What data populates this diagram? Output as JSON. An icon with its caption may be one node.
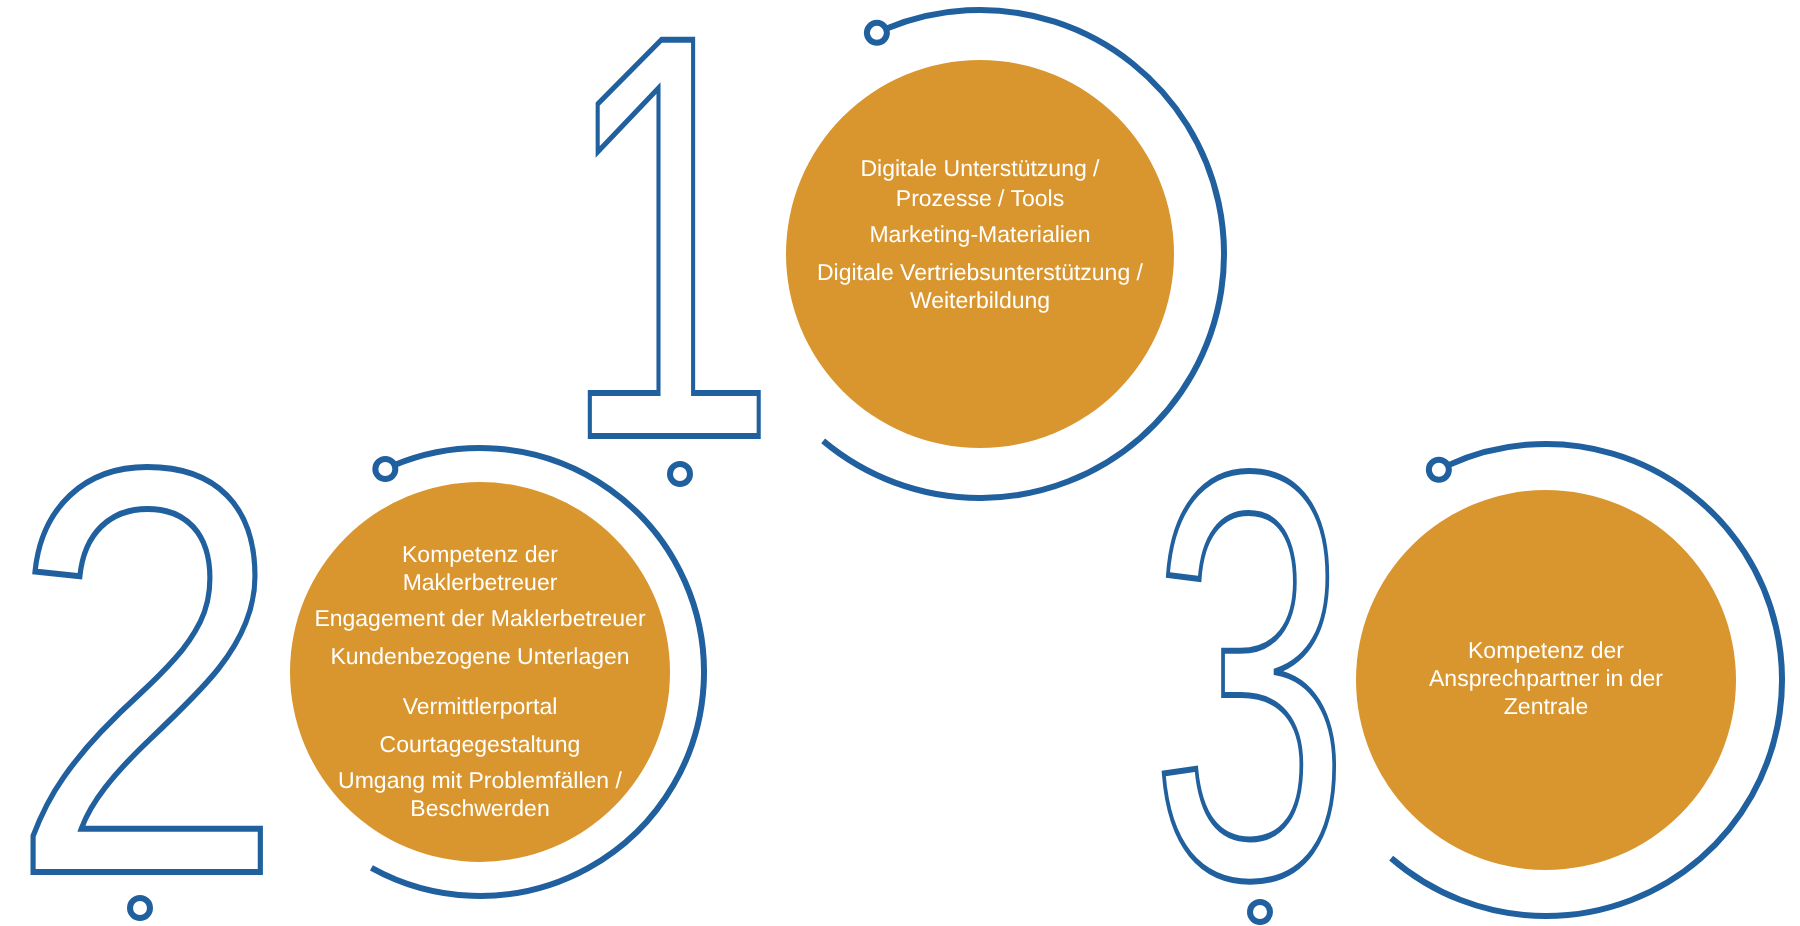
{
  "diagram": {
    "nodes": [
      {
        "text": [
          "Digitale Unterstützung / Prozesse / Tools",
          "Marketing-Materialien",
          "Digitale Vertriebsunterstützung / Weiterbildung"
        ]
      },
      {
        "text": [
          "Kompetenz der Maklerbetreuer",
          "Engagement der Maklerbetreuer",
          "Kundenbezogene Unterlagen",
          "Vermittlerportal",
          "Courtagegestaltung",
          "Umgang mit Problemfällen / Beschwerden"
        ]
      },
      {
        "text": [
          "Kompetenz der Ansprechpartner in der Zentrale"
        ]
      }
    ],
    "labels": [
      "1",
      "2",
      "3"
    ]
  }
}
